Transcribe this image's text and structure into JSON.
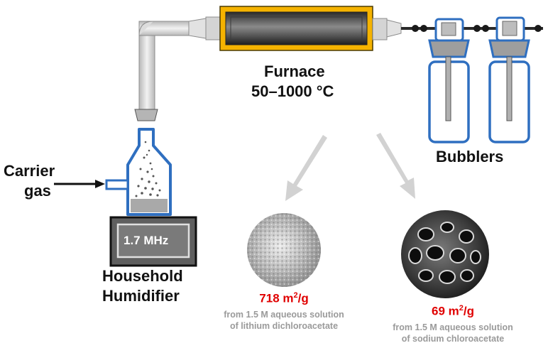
{
  "labels": {
    "furnace": "Furnace",
    "temperature": "50–1000 °C",
    "bubblers": "Bubblers",
    "carrier_gas_line1": "Carrier",
    "carrier_gas_line2": "gas",
    "frequency": "1.7 MHz",
    "humidifier_line1": "Household",
    "humidifier_line2": "Humidifier"
  },
  "samples": [
    {
      "surface_area_value": "718 m",
      "surface_area_exp": "2",
      "surface_area_unit": "/g",
      "source_line1": "from 1.5 M aqueous solution",
      "source_line2": "of lithium dichloroacetate"
    },
    {
      "surface_area_value": "69 m",
      "surface_area_exp": "2",
      "surface_area_unit": "/g",
      "source_line1": "from 1.5 M aqueous solution",
      "source_line2": "of sodium chloroacetate"
    }
  ],
  "colors": {
    "vessel_outline": "#2f6fc0",
    "furnace_outline": "#f5b300",
    "highlight_text": "#e00000",
    "caption_text": "#9a9a9a"
  }
}
